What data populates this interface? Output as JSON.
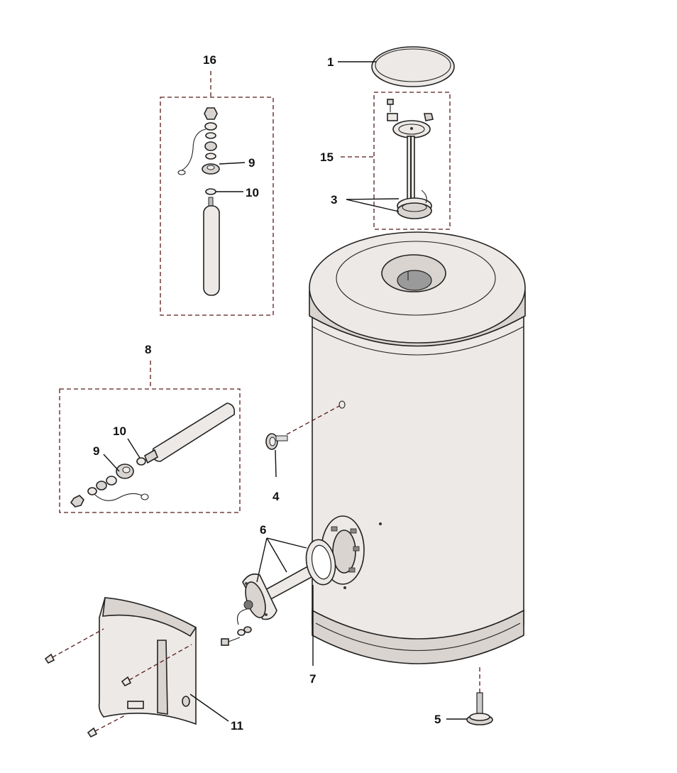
{
  "diagram": {
    "callouts": {
      "c1": "1",
      "c3": "3",
      "c4": "4",
      "c5": "5",
      "c6": "6",
      "c7": "7",
      "c8": "8",
      "c9a": "9",
      "c10a": "10",
      "c9b": "9",
      "c10b": "10",
      "c11": "11",
      "c15": "15",
      "c16": "16"
    }
  }
}
